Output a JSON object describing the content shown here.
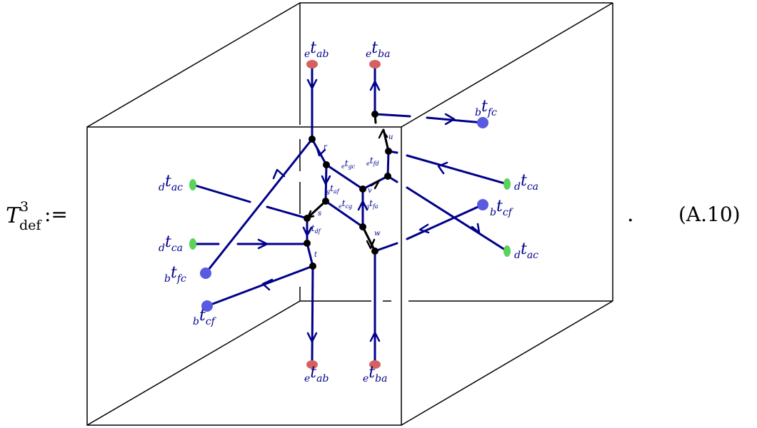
{
  "equation": {
    "lhs_symbol": "T",
    "lhs_superscript": "3",
    "lhs_subscript": "def",
    "assign": ":=",
    "period": ".",
    "number": "(A.10)"
  },
  "colors": {
    "line": "#00008b",
    "vertex": "#000000",
    "endpoint_red": "#d66060",
    "endpoint_blue": "#5a5ae0",
    "endpoint_green": "#5ad35a"
  },
  "endpoints": [
    {
      "id": "top-left",
      "pre": "e",
      "main": "t",
      "sub": "ab",
      "color": "red"
    },
    {
      "id": "top-right",
      "pre": "e",
      "main": "t",
      "sub": "ba",
      "color": "red"
    },
    {
      "id": "bottom-left",
      "pre": "e",
      "main": "t",
      "sub": "ab",
      "color": "red"
    },
    {
      "id": "bottom-right",
      "pre": "e",
      "main": "t",
      "sub": "ba",
      "color": "red"
    },
    {
      "id": "back-right-fc",
      "pre": "b",
      "main": "t",
      "sub": "fc",
      "color": "blue"
    },
    {
      "id": "right-ca",
      "pre": "d",
      "main": "t",
      "sub": "ca",
      "color": "green"
    },
    {
      "id": "right-cf",
      "pre": "b",
      "main": "t",
      "sub": "cf",
      "color": "blue"
    },
    {
      "id": "right-ac",
      "pre": "d",
      "main": "t",
      "sub": "ac",
      "color": "green"
    },
    {
      "id": "left-ac",
      "pre": "d",
      "main": "t",
      "sub": "ac",
      "color": "green"
    },
    {
      "id": "left-ca",
      "pre": "d",
      "main": "t",
      "sub": "ca",
      "color": "green"
    },
    {
      "id": "left-fc",
      "pre": "b",
      "main": "t",
      "sub": "fc",
      "color": "blue"
    },
    {
      "id": "left-cf",
      "pre": "b",
      "main": "t",
      "sub": "cf",
      "color": "blue"
    }
  ],
  "edge_labels": [
    {
      "id": "gc",
      "pre": "e",
      "main": "t",
      "sub": "gc"
    },
    {
      "id": "fd",
      "pre": "e",
      "main": "t",
      "sub": "fd"
    },
    {
      "id": "af",
      "pre": "g",
      "main": "t",
      "sub": "af"
    },
    {
      "id": "cg",
      "pre": "e",
      "main": "t",
      "sub": "cg"
    },
    {
      "id": "fa",
      "pre": "g",
      "main": "t",
      "sub": "fa"
    },
    {
      "id": "df",
      "pre": "e",
      "main": "t",
      "sub": "df"
    }
  ],
  "vertices": [
    "r",
    "s",
    "t",
    "u",
    "v",
    "w"
  ]
}
